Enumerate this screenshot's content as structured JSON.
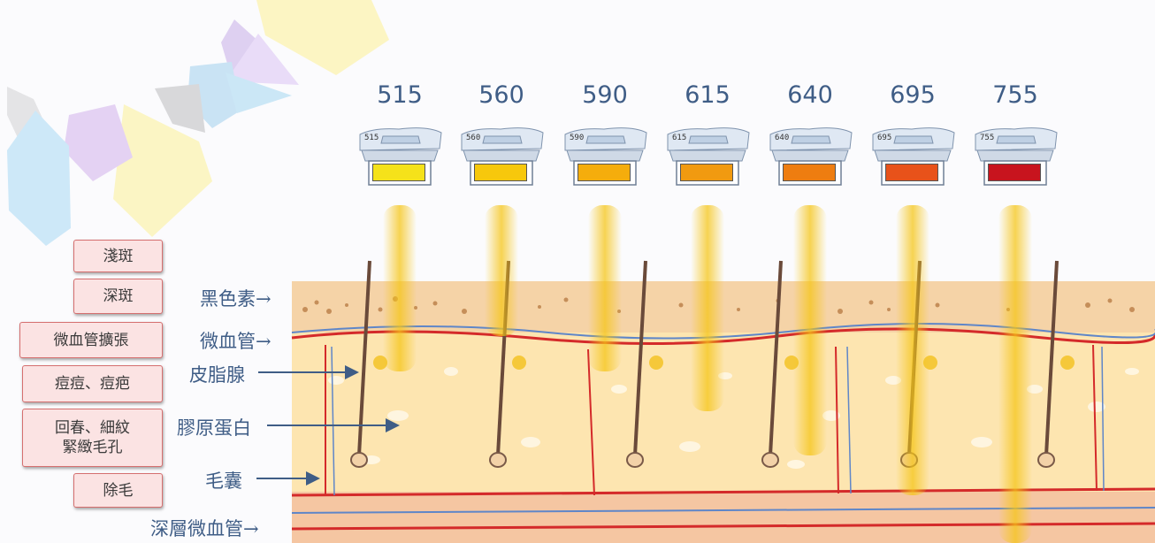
{
  "wavelengths": [
    {
      "label": "515",
      "filter_label": "515",
      "color": "#f5e21a"
    },
    {
      "label": "560",
      "filter_label": "560",
      "color": "#f7c80c"
    },
    {
      "label": "590",
      "filter_label": "590",
      "color": "#f5ad0c"
    },
    {
      "label": "615",
      "filter_label": "615",
      "color": "#f19a10"
    },
    {
      "label": "640",
      "filter_label": "640",
      "color": "#ee7d10"
    },
    {
      "label": "695",
      "filter_label": "695",
      "color": "#e8521a"
    },
    {
      "label": "755",
      "filter_label": "755",
      "color": "#c8141e"
    }
  ],
  "indications": {
    "light_spots": "淺斑",
    "deep_spots": "深斑",
    "telangiectasia": "微血管擴張",
    "acne": "痘痘、痘疤",
    "rejuvenation_line1": "回春、細紋",
    "rejuvenation_line2": "緊緻毛孔",
    "hair_removal": "除毛"
  },
  "skin_labels": {
    "melanin": "黑色素",
    "capillaries": "微血管",
    "sebaceous_gland": "皮脂腺",
    "collagen": "膠原蛋白",
    "hair_follicle": "毛囊",
    "deep_capillaries": "深層微血管"
  },
  "colors": {
    "label_blue": "#3f5d86",
    "box_fill": "#fbe3e3",
    "box_border": "#d56f6f",
    "dermis": "#fde5b0",
    "epidermis": "#f5d3a7",
    "beam": "#f5c518"
  }
}
